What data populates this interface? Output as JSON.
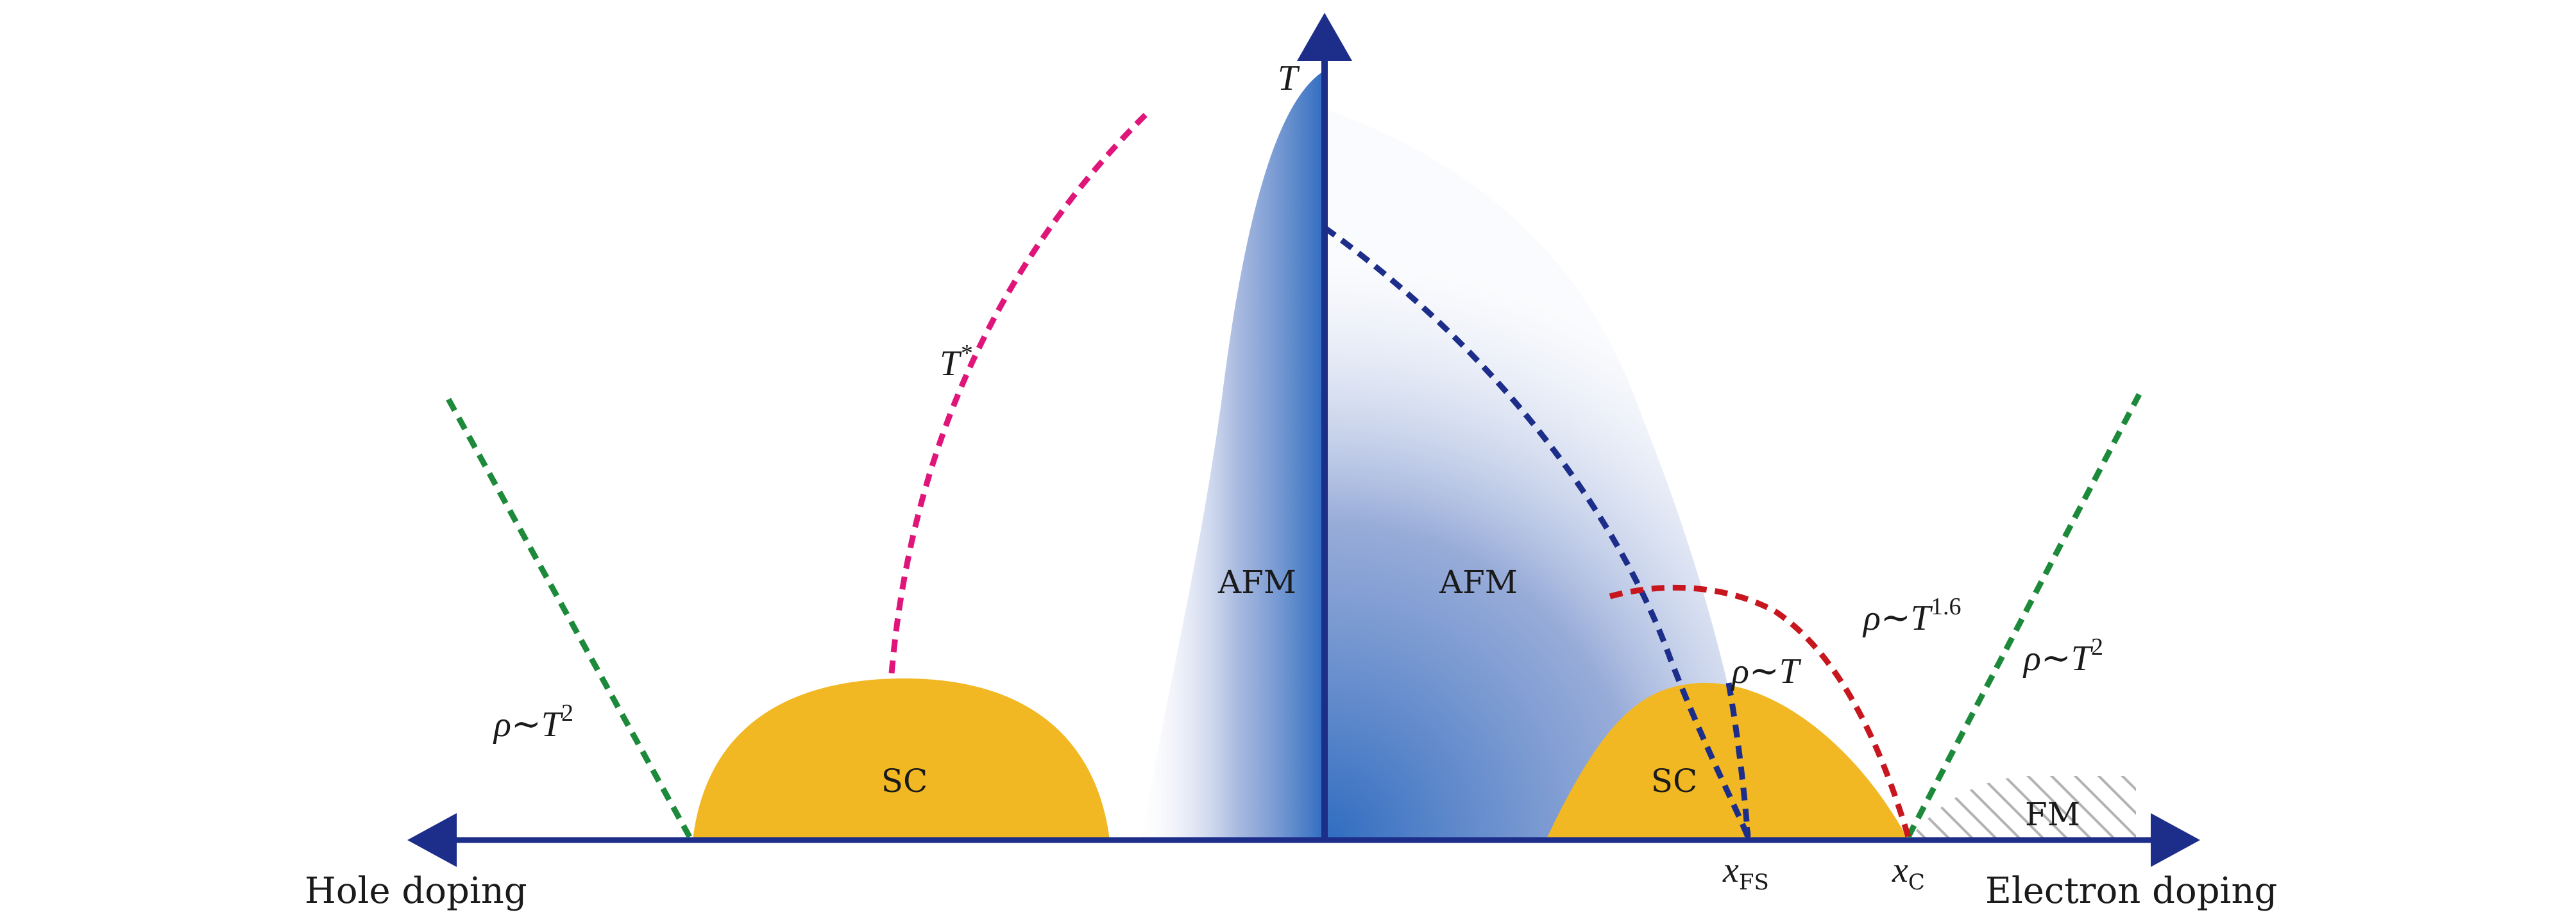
{
  "axis": {
    "y_label": "T",
    "left_label": "Hole doping",
    "right_label": "Electron doping",
    "x_fs": {
      "base": "x",
      "sub": "FS"
    },
    "x_c": {
      "base": "x",
      "sub": "C"
    }
  },
  "regions": {
    "sc_left": "SC",
    "sc_right": "SC",
    "afm_left": "AFM",
    "afm_right": "AFM",
    "fm": "FM"
  },
  "curves": {
    "t_star": {
      "base": "T",
      "sup": "*"
    },
    "rho_left": {
      "base": "ρ∼T",
      "sup": "2"
    },
    "rho_t": {
      "base": "ρ∼T",
      "sup": ""
    },
    "rho_t16": {
      "base": "ρ∼T",
      "sup": "1.6"
    },
    "rho_right": {
      "base": "ρ∼T",
      "sup": "2"
    }
  },
  "colors": {
    "axis": "#1c2d8a",
    "sc": "#f1b824",
    "afm": "#2f5fb0",
    "t_star": "#e0157a",
    "rho_green": "#1c8a3a",
    "dome_red": "#c8161e",
    "afm_boundary": "#1c2d8a",
    "fm_hatch": "#b0b0b0"
  }
}
